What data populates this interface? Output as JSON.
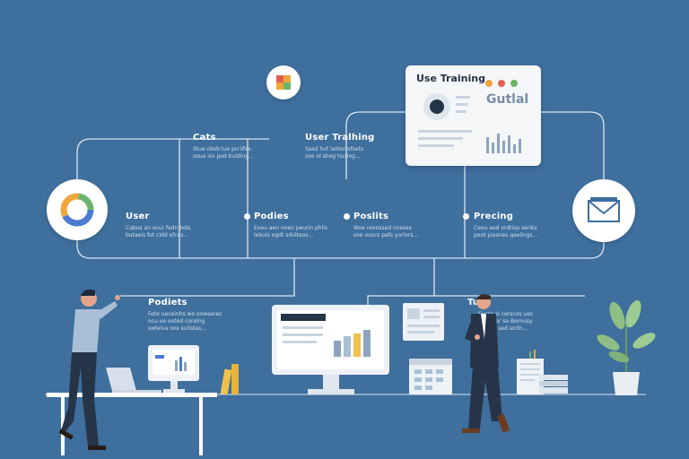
{
  "nodes": {
    "cats": {
      "title": "Cats",
      "desc": "Stue obsb lue pcrilfes\nsoue isv pod bulding..."
    },
    "user_training": {
      "title": "User Tralhing",
      "desc": "Sasd huf lalitor ofsets\nsoe ol sheg huslog..."
    },
    "user": {
      "title": "User",
      "desc": "Cabus an sour fedn bols\nbutaeis fot cidd ofcos..."
    },
    "podies": {
      "title": "Podies",
      "desc": "Eoeu aen onen peurin phlis\nlebuis ogdt srkiiteos..."
    },
    "poslits": {
      "title": "Poslits",
      "desc": "Woe reonssed nceses\nsoe ooscs pafs yorlors..."
    },
    "precing": {
      "title": "Precing",
      "desc": "Ceou aed ordtisp seriks\npoot piasnes qeelings..."
    },
    "podiets": {
      "title": "Podiets",
      "desc": "Fete ueceinhs wo oowseres\nocu oe ooted corelng\nswleiva oos sulistas..."
    },
    "right_person": {
      "title": "Tu",
      "desc": "Sucrn sl cerscos ues\nuo etuer so Bornusy\nsetboo sed srctn..."
    }
  },
  "card": {
    "title": "Use Training",
    "label": "Gutlal"
  },
  "icons": {
    "top": "app-logo-icon",
    "left": "chart-ring-icon",
    "right": "mail-icon"
  },
  "colors": {
    "background": "#3e6f9d",
    "line": "#dbe6f1",
    "accent_orange": "#f0a63a",
    "accent_green": "#6db36b",
    "accent_blue": "#4a7bd0",
    "accent_red": "#e25f4f"
  }
}
